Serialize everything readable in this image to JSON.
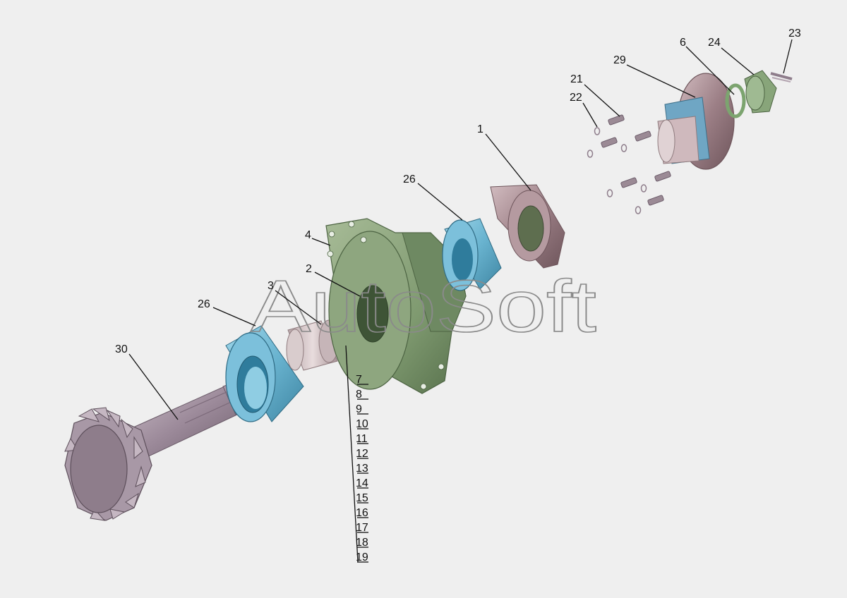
{
  "diagram": {
    "watermark": "AutoSoft",
    "callouts": {
      "c1": "1",
      "c2": "2",
      "c3": "3",
      "c4": "4",
      "c6": "6",
      "c21": "21",
      "c22": "22",
      "c23": "23",
      "c24": "24",
      "c26a": "26",
      "c26b": "26",
      "c29": "29",
      "c30": "30"
    },
    "stack_labels": [
      "7",
      "8",
      "9",
      "10",
      "11",
      "12",
      "13",
      "14",
      "15",
      "16",
      "17",
      "18",
      "19"
    ],
    "colors": {
      "housing": "#7f9a70",
      "bearing": "#69b3cf",
      "gear": "#8f7c8d",
      "flange": "#9c7f86",
      "seal": "#b8a1a7",
      "nut": "#88a57a",
      "bolt": "#9b8a95"
    }
  }
}
